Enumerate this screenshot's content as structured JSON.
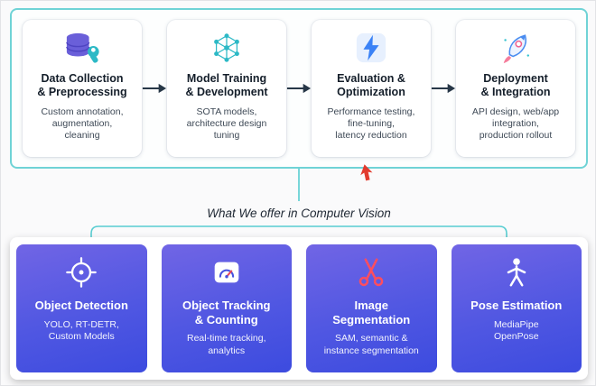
{
  "colors": {
    "accent_teal": "#6fd3d6",
    "connector_teal": "#58cdd1",
    "service_gradient_start": "#7165e5",
    "service_gradient_end": "#3c4bdf",
    "database_purple": "#6a5fd9",
    "network_teal": "#2cb9c6",
    "bolt_blue": "#3b82f6",
    "scissors_red": "#ff4d5e",
    "pointer_red": "#e23b2e",
    "arrow_dark": "#273747"
  },
  "pipeline": {
    "steps": [
      {
        "icon": "database-wrench-icon",
        "title": "Data Collection\n& Preprocessing",
        "subtitle": "Custom annotation,\naugmentation,\ncleaning"
      },
      {
        "icon": "neural-network-icon",
        "title": "Model Training\n& Development",
        "subtitle": "SOTA models,\narchitecture design\ntuning"
      },
      {
        "icon": "lightning-icon",
        "title": "Evaluation &\nOptimization",
        "subtitle": "Performance testing,\nfine-tuning,\nlatency reduction"
      },
      {
        "icon": "rocket-icon",
        "title": "Deployment\n& Integration",
        "subtitle": "API design, web/app\nintegration,\nproduction rollout"
      }
    ]
  },
  "connector": {
    "label": "What We offer in Computer Vision"
  },
  "services": {
    "cards": [
      {
        "icon": "crosshair-icon",
        "title": "Object Detection",
        "subtitle": "YOLO, RT-DETR,\nCustom Models"
      },
      {
        "icon": "speedometer-icon",
        "title": "Object Tracking\n& Counting",
        "subtitle": "Real-time tracking,\nanalytics"
      },
      {
        "icon": "scissors-icon",
        "title": "Image\nSegmentation",
        "subtitle": "SAM, semantic &\ninstance segmentation"
      },
      {
        "icon": "person-pose-icon",
        "title": "Pose Estimation",
        "subtitle": "MediaPipe\nOpenPose"
      }
    ]
  }
}
